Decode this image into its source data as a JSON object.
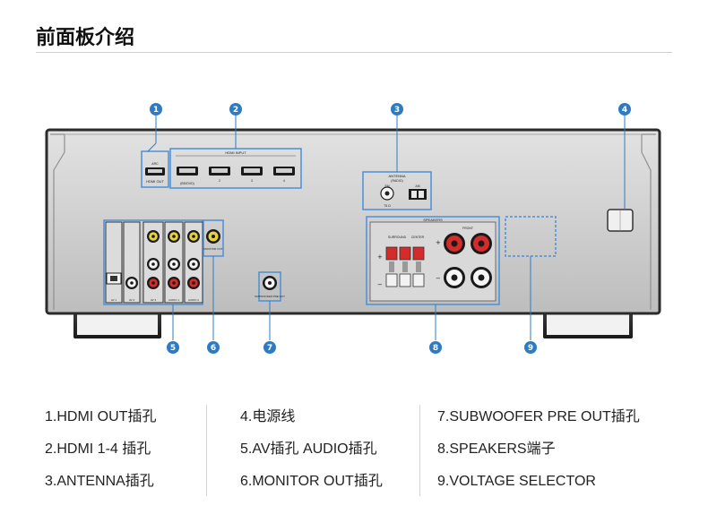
{
  "header": {
    "title": "前面板介绍"
  },
  "panel": {
    "hdmi_out_tag": "HDMI OUT",
    "hdmi_out_small": "ARC",
    "hdmi_in_title": "HDMI INPUT",
    "hdmi_in_ports": [
      "1",
      "2",
      "3",
      "4"
    ],
    "hdmi_in_sub": "(BD/DVD)",
    "antenna_title": "ANTENNA",
    "antenna_radio": "(RADIO)",
    "antenna_fm": "FM",
    "antenna_am": "AM",
    "antenna_ohm": "75 Ω",
    "speakers_title": "SPEAKERS",
    "speakers_surround": "SURROUND",
    "speakers_center": "CENTER",
    "speakers_front": "FRONT",
    "monitor_out": "MONITOR OUT",
    "subwoofer_out": "SUBWOOFER PRE OUT",
    "av_labels": [
      "AV 1",
      "AV 2",
      "AV 3",
      "AUDIO 1",
      "AUDIO 2"
    ]
  },
  "callouts": [
    "1",
    "2",
    "3",
    "4",
    "5",
    "6",
    "7",
    "8",
    "9"
  ],
  "legend": {
    "col1": [
      "1.HDMI OUT插孔",
      "2.HDMI 1-4 插孔",
      "3.ANTENNA插孔"
    ],
    "col2": [
      "4.电源线",
      "5.AV插孔 AUDIO插孔",
      "6.MONITOR OUT插孔"
    ],
    "col3": [
      "7.SUBWOOFER PRE OUT插孔",
      "8.SPEAKERS端子",
      "9.VOLTAGE SELECTOR"
    ]
  },
  "colors": {
    "callout": "#2e7bc4",
    "highlight": "#4a90d9",
    "panel": "#c9c9c9",
    "red_terminal": "#d42b2b"
  }
}
